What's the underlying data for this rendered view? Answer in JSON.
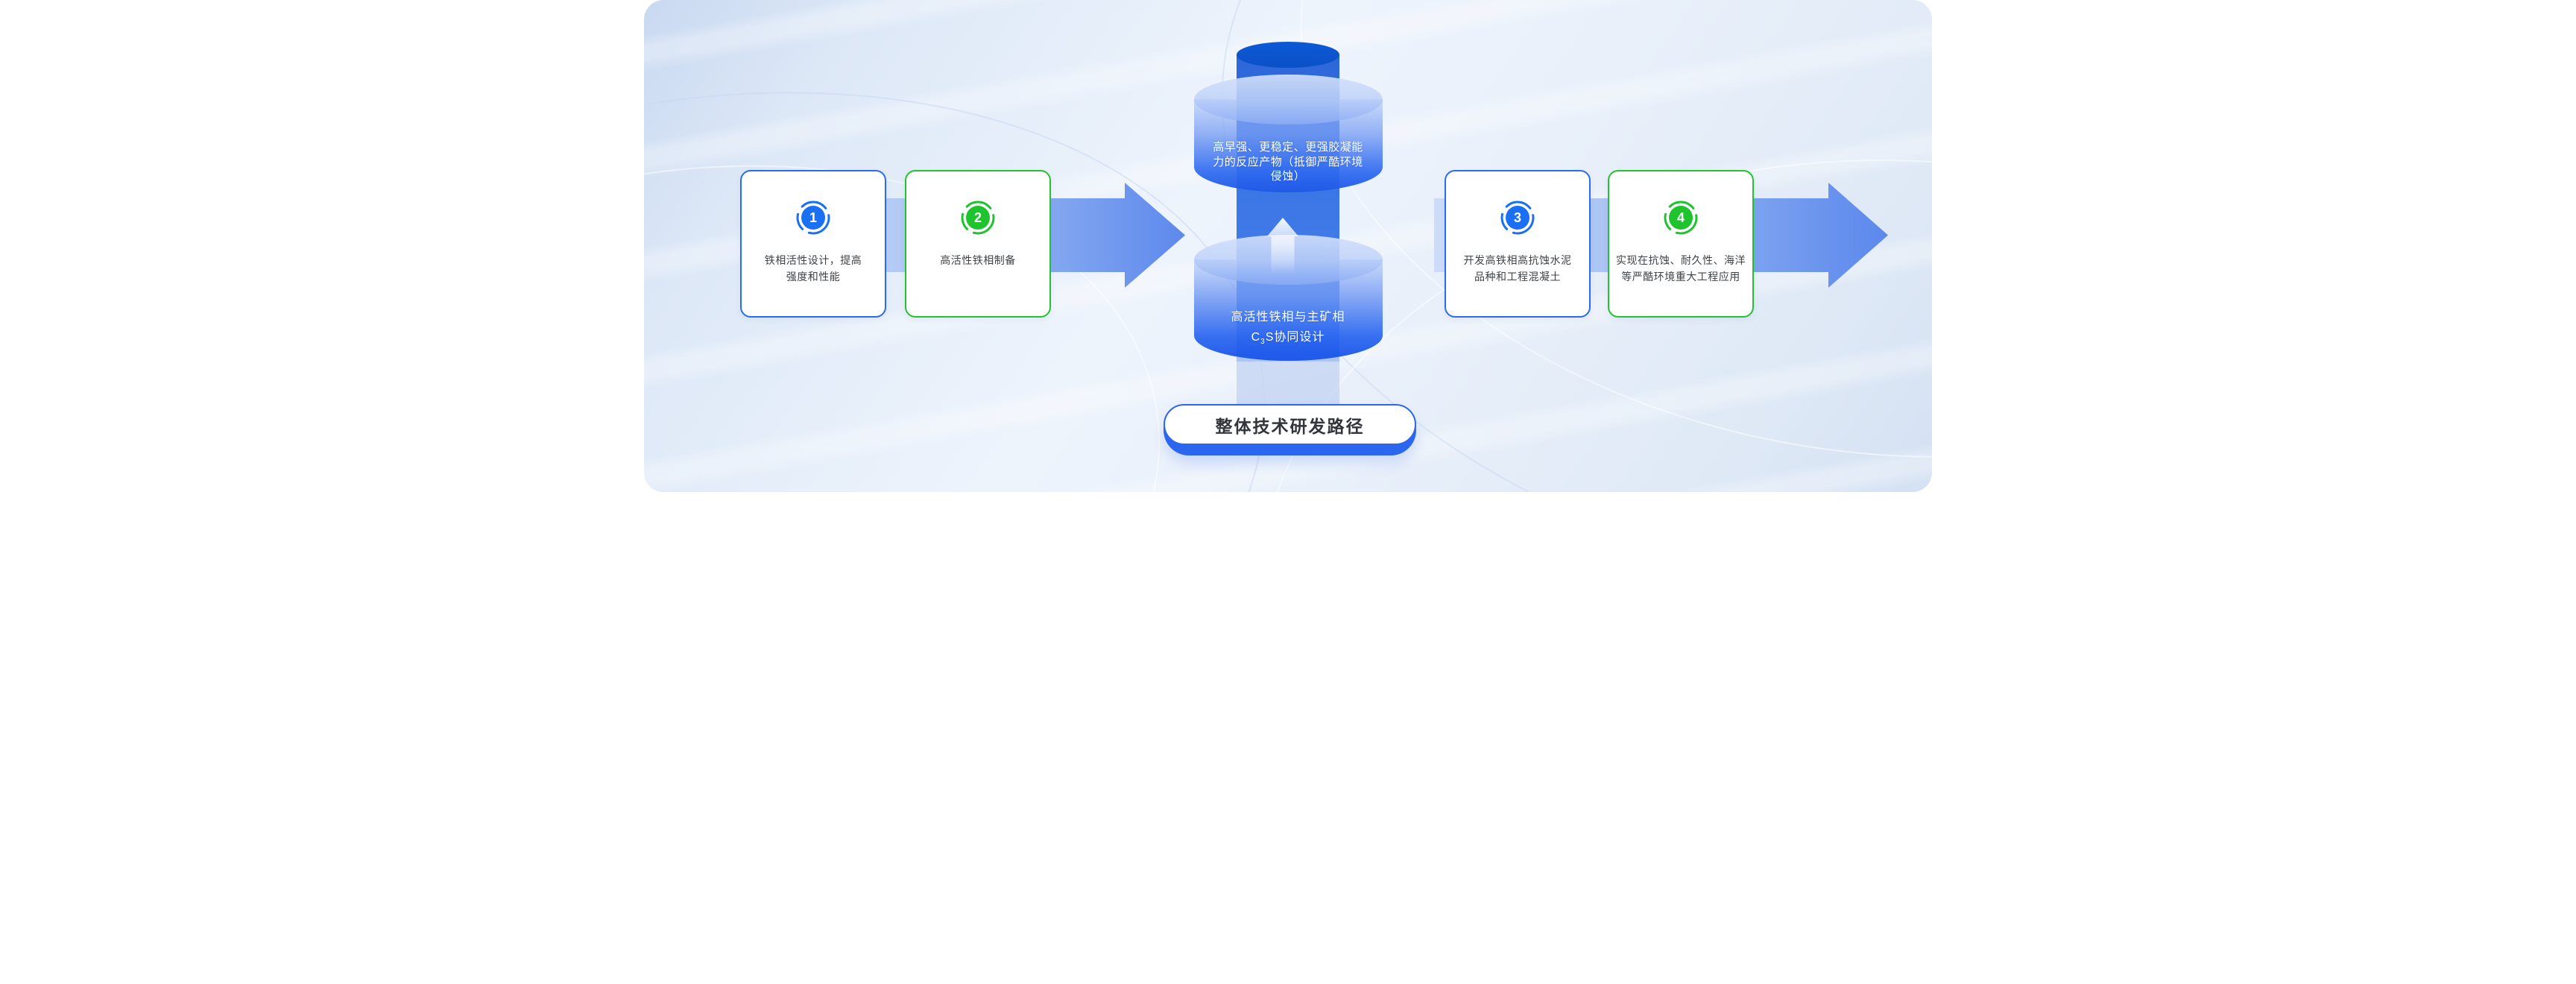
{
  "steps": [
    {
      "number": "1",
      "accent": "blue",
      "line1": "铁相活性设计，提高",
      "line2": "强度和性能"
    },
    {
      "number": "2",
      "accent": "green",
      "line1": "高活性铁相制备",
      "line2": ""
    },
    {
      "number": "3",
      "accent": "blue",
      "line1": "开发高铁相高抗蚀水泥",
      "line2": "品种和工程混凝土"
    },
    {
      "number": "4",
      "accent": "green",
      "line1": "实现在抗蚀、耐久性、海洋",
      "line2": "等严酷环境重大工程应用"
    }
  ],
  "cylinder": {
    "top_lines": [
      "高早强、更稳定、更强胶凝能",
      "力的反应产物（抵御严酷环境",
      "侵蚀）"
    ],
    "bottom_line1": "高活性铁相与主矿相",
    "bottom_line2": {
      "pre": "C",
      "sub": "3",
      "post": "S协同设计"
    }
  },
  "footer": {
    "title": "整体技术研发路径"
  },
  "colors": {
    "blue_accent": "#2b6bef",
    "green_accent": "#22c32f",
    "badge_blue": "#1a6ff3",
    "badge_green": "#1fc32e",
    "arrow_start": "#d2e0f8",
    "arrow_end": "#5d89ec",
    "column_top": "#0d59d6",
    "column_body": "#3a75e5",
    "disc_deep": "#1e58e8",
    "pill_blue": "#2b66ee",
    "card_text": "#3f4347",
    "background": "#e9f0fa"
  }
}
